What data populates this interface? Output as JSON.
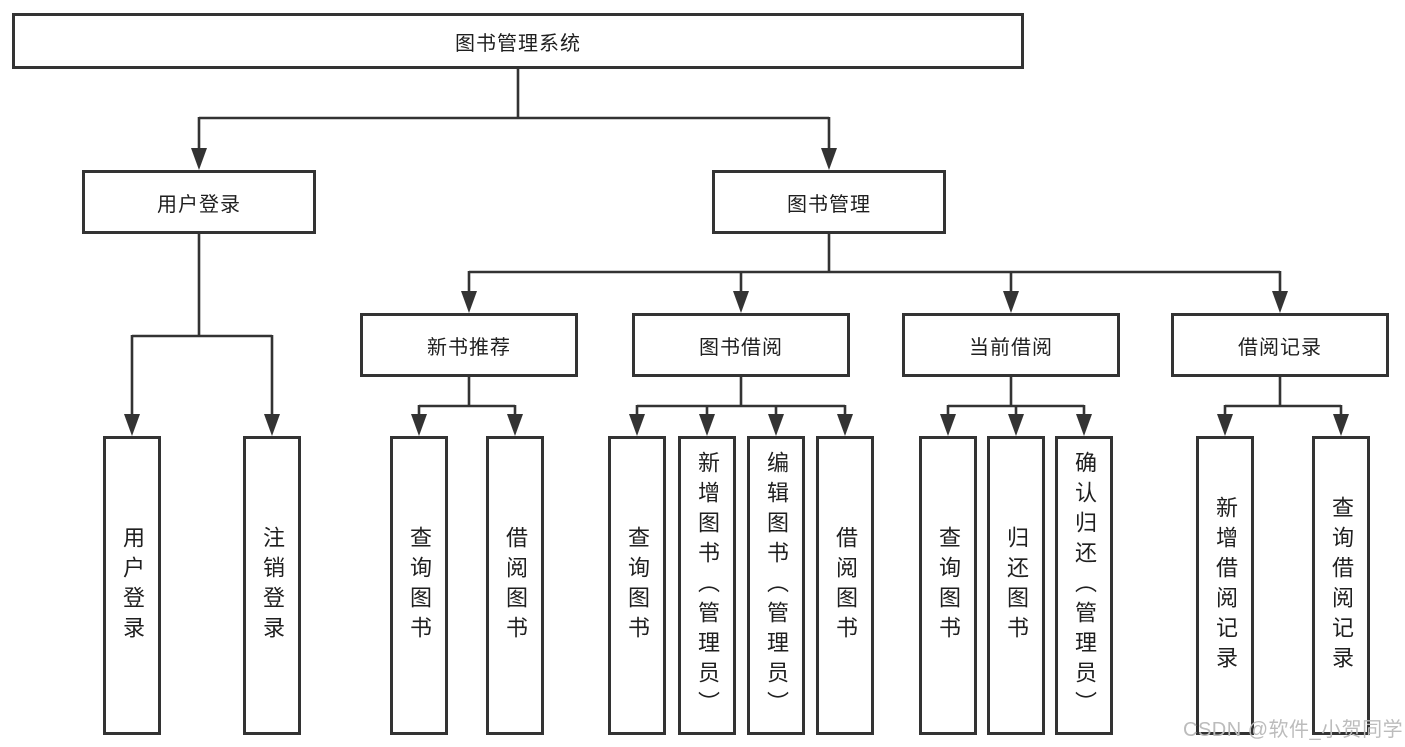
{
  "diagram": {
    "title": "图书管理系统",
    "watermark": "CSDN @软件_小贺同学",
    "colors": {
      "background": "#ffffff",
      "box_fill": "#ffffff",
      "box_border": "#333333",
      "line": "#333333",
      "text": "#1f1f1f",
      "watermark_text": "#bcbcbc"
    },
    "root": {
      "label": "图书管理系统"
    },
    "level2": [
      {
        "label": "用户登录",
        "children": [
          {
            "label": "用户登录"
          },
          {
            "label": "注销登录"
          }
        ]
      },
      {
        "label": "图书管理",
        "children": [
          {
            "label": "新书推荐",
            "children": [
              {
                "label": "查询图书"
              },
              {
                "label": "借阅图书"
              }
            ]
          },
          {
            "label": "图书借阅",
            "children": [
              {
                "label": "查询图书"
              },
              {
                "label": "新增图书（管理员）"
              },
              {
                "label": "编辑图书（管理员）"
              },
              {
                "label": "借阅图书"
              }
            ]
          },
          {
            "label": "当前借阅",
            "children": [
              {
                "label": "查询图书"
              },
              {
                "label": "归还图书"
              },
              {
                "label": "确认归还（管理员）"
              }
            ]
          },
          {
            "label": "借阅记录",
            "children": [
              {
                "label": "新增借阅记录"
              },
              {
                "label": "查询借阅记录"
              }
            ]
          }
        ]
      }
    ]
  }
}
